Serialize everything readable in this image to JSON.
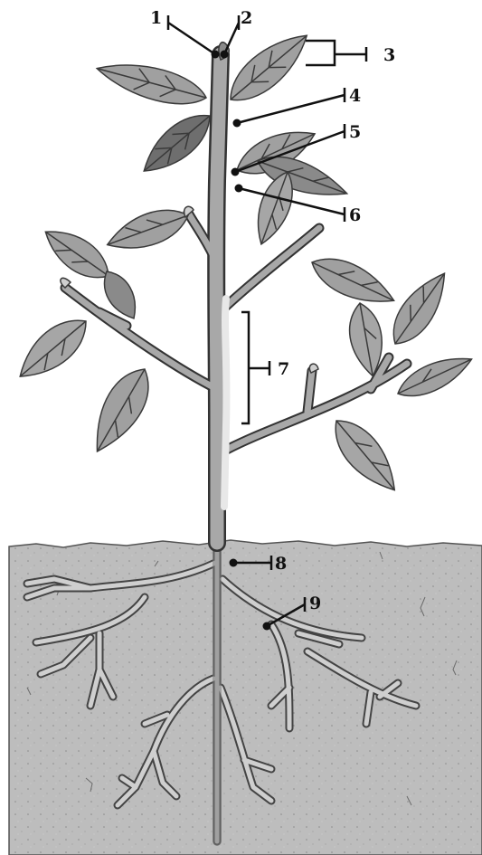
{
  "diagram": {
    "labels": [
      {
        "id": "1",
        "text": "1"
      },
      {
        "id": "2",
        "text": "2"
      },
      {
        "id": "3",
        "text": "3"
      },
      {
        "id": "4",
        "text": "4"
      },
      {
        "id": "5",
        "text": "5"
      },
      {
        "id": "6",
        "text": "6"
      },
      {
        "id": "7",
        "text": "7"
      },
      {
        "id": "8",
        "text": "8"
      },
      {
        "id": "9",
        "text": "9"
      }
    ]
  },
  "colors": {
    "soil": "#bdbdbd",
    "soil_line": "#555555",
    "stem_fill": "#a8a8a8",
    "stem_core": "#e6e6e6",
    "root_fill": "#c8c8c8",
    "leaf_fill": "#9a9a9a",
    "leaf_dark": "#4a4a4a",
    "ink": "#111111"
  }
}
